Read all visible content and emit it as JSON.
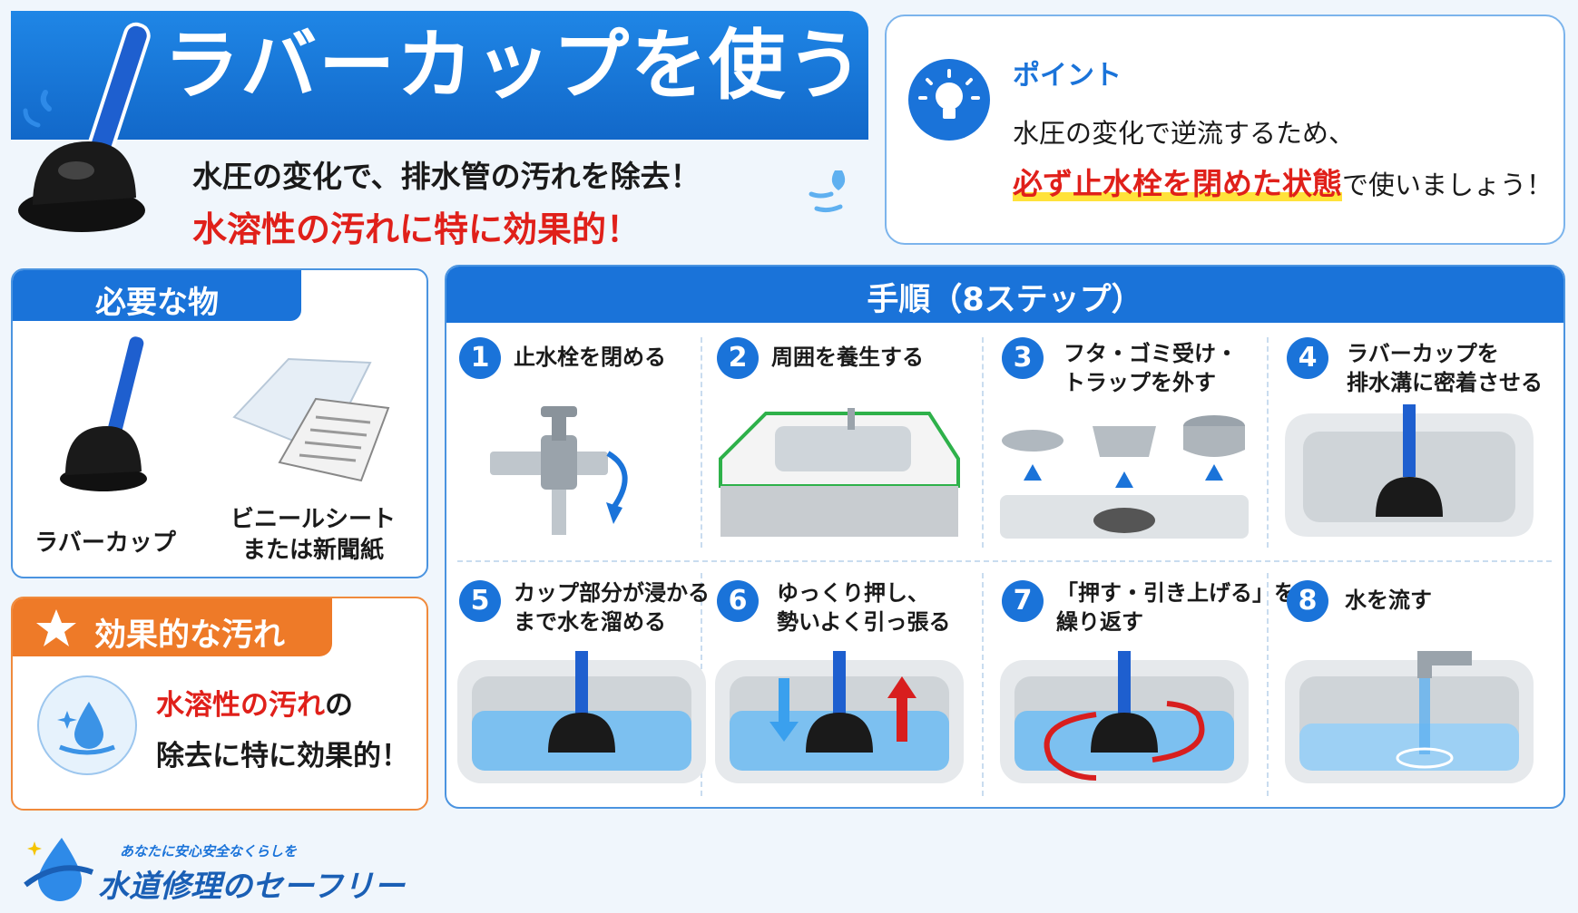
{
  "header": {
    "title": "ラバーカップを使う",
    "subtitle_line1": "水圧の変化で、排水管の汚れを除去！",
    "subtitle_line2": "水溶性の汚れに特に効果的！"
  },
  "point": {
    "label": "ポイント",
    "line1": "水圧の変化で逆流するため、",
    "line2_emphasis": "必ず止水栓を閉めた状態",
    "line2_rest": "で使いましょう！",
    "icon": "lightbulb-icon"
  },
  "needs": {
    "title": "必要な物",
    "items": [
      {
        "line1": "ラバーカップ",
        "line2": ""
      },
      {
        "line1": "ビニールシート",
        "line2": "または新聞紙"
      }
    ]
  },
  "effective": {
    "title": "効果的な汚れ",
    "line1_emphasis": "水溶性の汚れ",
    "line1_rest": "の",
    "line2": "除去に特に効果的！",
    "icon": "star-icon"
  },
  "steps": {
    "title": "手順（8ステップ）",
    "items": [
      {
        "num": "1",
        "line1": "止水栓を閉める",
        "line2": ""
      },
      {
        "num": "2",
        "line1": "周囲を養生する",
        "line2": ""
      },
      {
        "num": "3",
        "line1": "フタ・ゴミ受け・",
        "line2": "トラップを外す"
      },
      {
        "num": "4",
        "line1": "ラバーカップを",
        "line2": "排水溝に密着させる"
      },
      {
        "num": "5",
        "line1": "カップ部分が浸かる",
        "line2": "まで水を溜める"
      },
      {
        "num": "6",
        "line1": "ゆっくり押し、",
        "line2": "勢いよく引っ張る"
      },
      {
        "num": "7",
        "line1": "「押す・引き上げる」を",
        "line2": "繰り返す"
      },
      {
        "num": "8",
        "line1": "水を流す",
        "line2": ""
      }
    ]
  },
  "logo": {
    "tagline": "あなたに安心安全なくらしを",
    "name": "水道修理のセーフリー"
  },
  "colors": {
    "brand_blue": "#1a73d9",
    "accent_red": "#e0201a",
    "accent_orange": "#ee7a28",
    "highlight_yellow": "#ffe23a"
  }
}
